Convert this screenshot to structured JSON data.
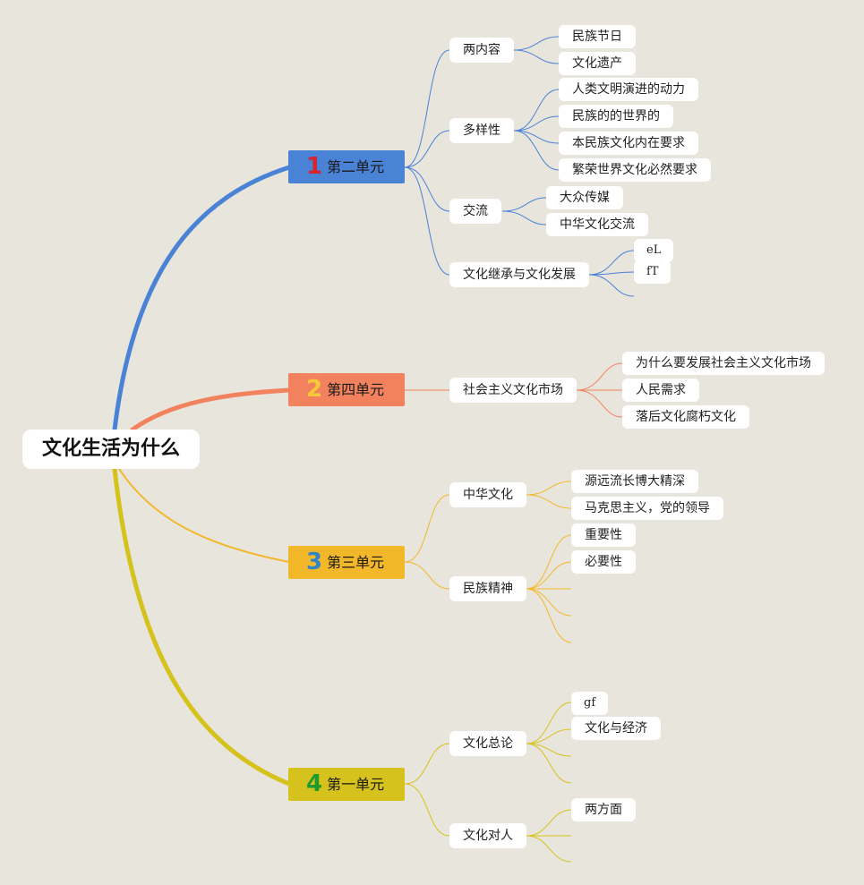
{
  "root": {
    "label": "文化生活为什么"
  },
  "units": [
    {
      "id": "u1",
      "number": "1",
      "label": "第二单元",
      "color": "#4a82d6",
      "number_color": "#d62430",
      "topics": [
        {
          "label": "两内容",
          "leaves": [
            "民族节日",
            "文化遗产"
          ]
        },
        {
          "label": "多样性",
          "leaves": [
            "人类文明演进的动力",
            "民族的的世界的",
            "本民族文化内在要求",
            "繁荣世界文化必然要求"
          ]
        },
        {
          "label": "交流",
          "leaves": [
            "大众传媒",
            "中华文化交流"
          ]
        },
        {
          "label": "文化继承与文化发展",
          "leaves": [
            "eL",
            "fT",
            ""
          ]
        }
      ]
    },
    {
      "id": "u2",
      "number": "2",
      "label": "第四单元",
      "color": "#f2825e",
      "number_color": "#f6c83a",
      "topics": [
        {
          "label": "社会主义文化市场",
          "leaves": [
            "为什么要发展社会主义文化市场",
            "人民需求",
            "落后文化腐朽文化"
          ]
        }
      ]
    },
    {
      "id": "u3",
      "number": "3",
      "label": "第三单元",
      "color": "#f2b82a",
      "number_color": "#2f86c9",
      "topics": [
        {
          "label": "中华文化",
          "leaves": [
            "源远流长博大精深",
            "马克思主义，党的领导"
          ]
        },
        {
          "label": "民族精神",
          "leaves": [
            "重要性",
            "必要性",
            "",
            "",
            ""
          ]
        }
      ]
    },
    {
      "id": "u4",
      "number": "4",
      "label": "第一单元",
      "color": "#d6c21c",
      "number_color": "#1f9a2e",
      "topics": [
        {
          "label": "文化总论",
          "leaves": [
            "gf",
            "文化与经济",
            "",
            ""
          ]
        },
        {
          "label": "文化对人",
          "leaves": [
            "两方面",
            "",
            ""
          ]
        }
      ]
    }
  ]
}
